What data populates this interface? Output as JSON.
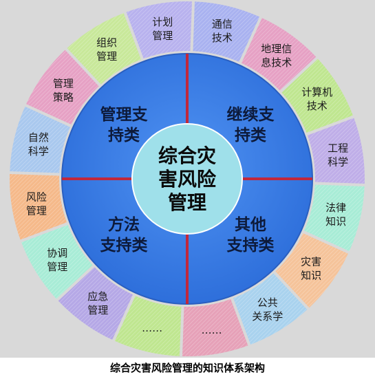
{
  "center": {
    "lines": [
      "综合灾",
      "害风险",
      "管理"
    ]
  },
  "quadrants": [
    {
      "id": "management",
      "lines": [
        "管理支",
        "持类"
      ]
    },
    {
      "id": "continuity",
      "lines": [
        "继续支",
        "持类"
      ]
    },
    {
      "id": "method",
      "lines": [
        "方法",
        "支持类"
      ]
    },
    {
      "id": "other",
      "lines": [
        "其他",
        "支持类"
      ]
    }
  ],
  "segments": [
    {
      "lines": [
        "通信",
        "技术"
      ],
      "color": "#a9b2f0"
    },
    {
      "lines": [
        "地理信",
        "息技术"
      ],
      "color": "#e6a1c4"
    },
    {
      "lines": [
        "计算机",
        "技术"
      ],
      "color": "#bfe690"
    },
    {
      "lines": [
        "工程",
        "科学"
      ],
      "color": "#bfaee8"
    },
    {
      "lines": [
        "法律",
        "知识"
      ],
      "color": "#a8ecd6"
    },
    {
      "lines": [
        "灾害",
        "知识"
      ],
      "color": "#f5c39a"
    },
    {
      "lines": [
        "公共",
        "关系学"
      ],
      "color": "#a9d2ee"
    },
    {
      "lines": [
        "……"
      ],
      "color": "#e6a1b8"
    },
    {
      "lines": [
        "……"
      ],
      "color": "#bfe690"
    },
    {
      "lines": [
        "应急",
        "管理"
      ],
      "color": "#b5a8e6"
    },
    {
      "lines": [
        "协调",
        "管理"
      ],
      "color": "#a8ecd6"
    },
    {
      "lines": [
        "风险",
        "管理"
      ],
      "color": "#f5b98a"
    },
    {
      "lines": [
        "自然",
        "科学"
      ],
      "color": "#a9c8ee"
    },
    {
      "lines": [
        "管理",
        "策略"
      ],
      "color": "#e6a1c4"
    },
    {
      "lines": [
        "组织",
        "管理"
      ],
      "color": "#c8e89a"
    },
    {
      "lines": [
        "计划",
        "管理"
      ],
      "color": "#b8b2ee"
    }
  ],
  "caption": "综合灾害风险管理的知识体系架构",
  "colors": {
    "blue": "#3b7ee6",
    "center": "#9fe0ea",
    "divider": "#c0283c"
  }
}
